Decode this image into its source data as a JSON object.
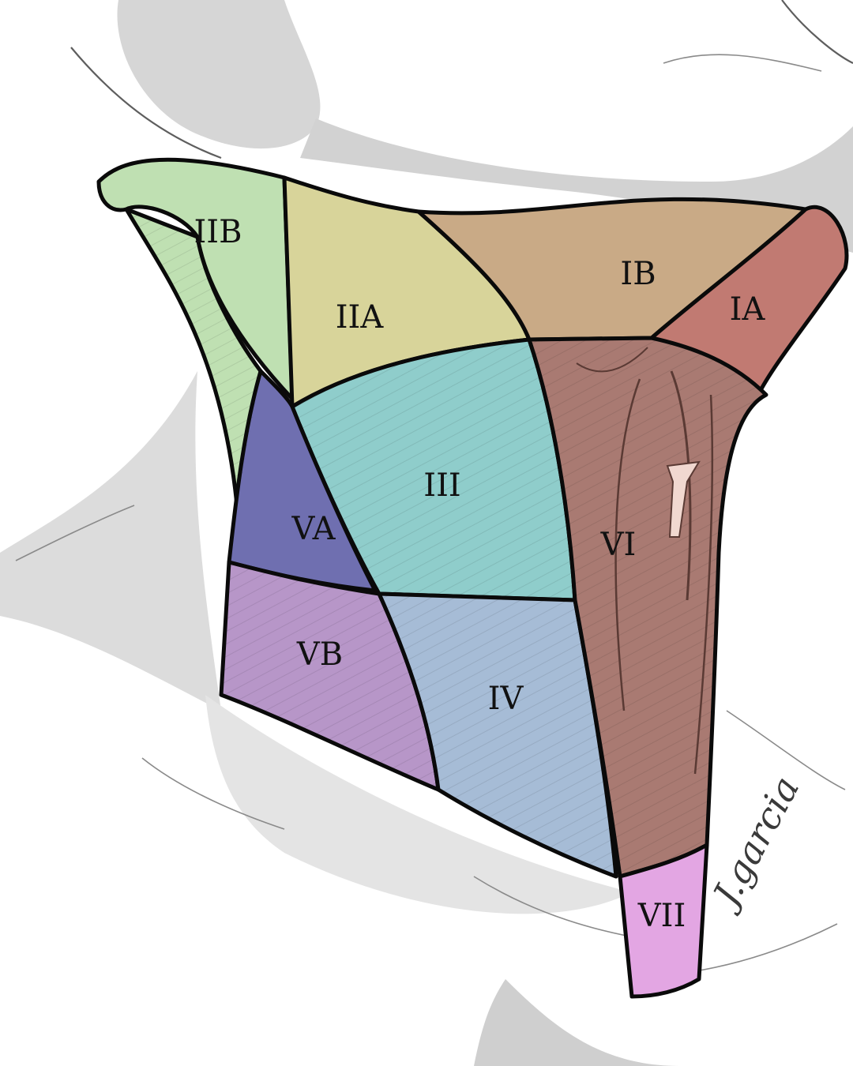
{
  "diagram": {
    "zones": [
      {
        "id": "IIB",
        "label": "IIB",
        "color": "#bfe0b2"
      },
      {
        "id": "IIA",
        "label": "IIA",
        "color": "#d8d49a"
      },
      {
        "id": "IB",
        "label": "IB",
        "color": "#c9aa86"
      },
      {
        "id": "IA",
        "label": "IA",
        "color": "#c17a72"
      },
      {
        "id": "III",
        "label": "III",
        "color": "#8fcdcb"
      },
      {
        "id": "VA",
        "label": "VA",
        "color": "#6f6fb0"
      },
      {
        "id": "VB",
        "label": "VB",
        "color": "#b796c8"
      },
      {
        "id": "IV",
        "label": "IV",
        "color": "#a6bcd6"
      },
      {
        "id": "VI",
        "label": "VI",
        "color": "#a97a72"
      },
      {
        "id": "VII",
        "label": "VII",
        "color": "#e3a6e3"
      }
    ],
    "signature": "J.garcia"
  }
}
